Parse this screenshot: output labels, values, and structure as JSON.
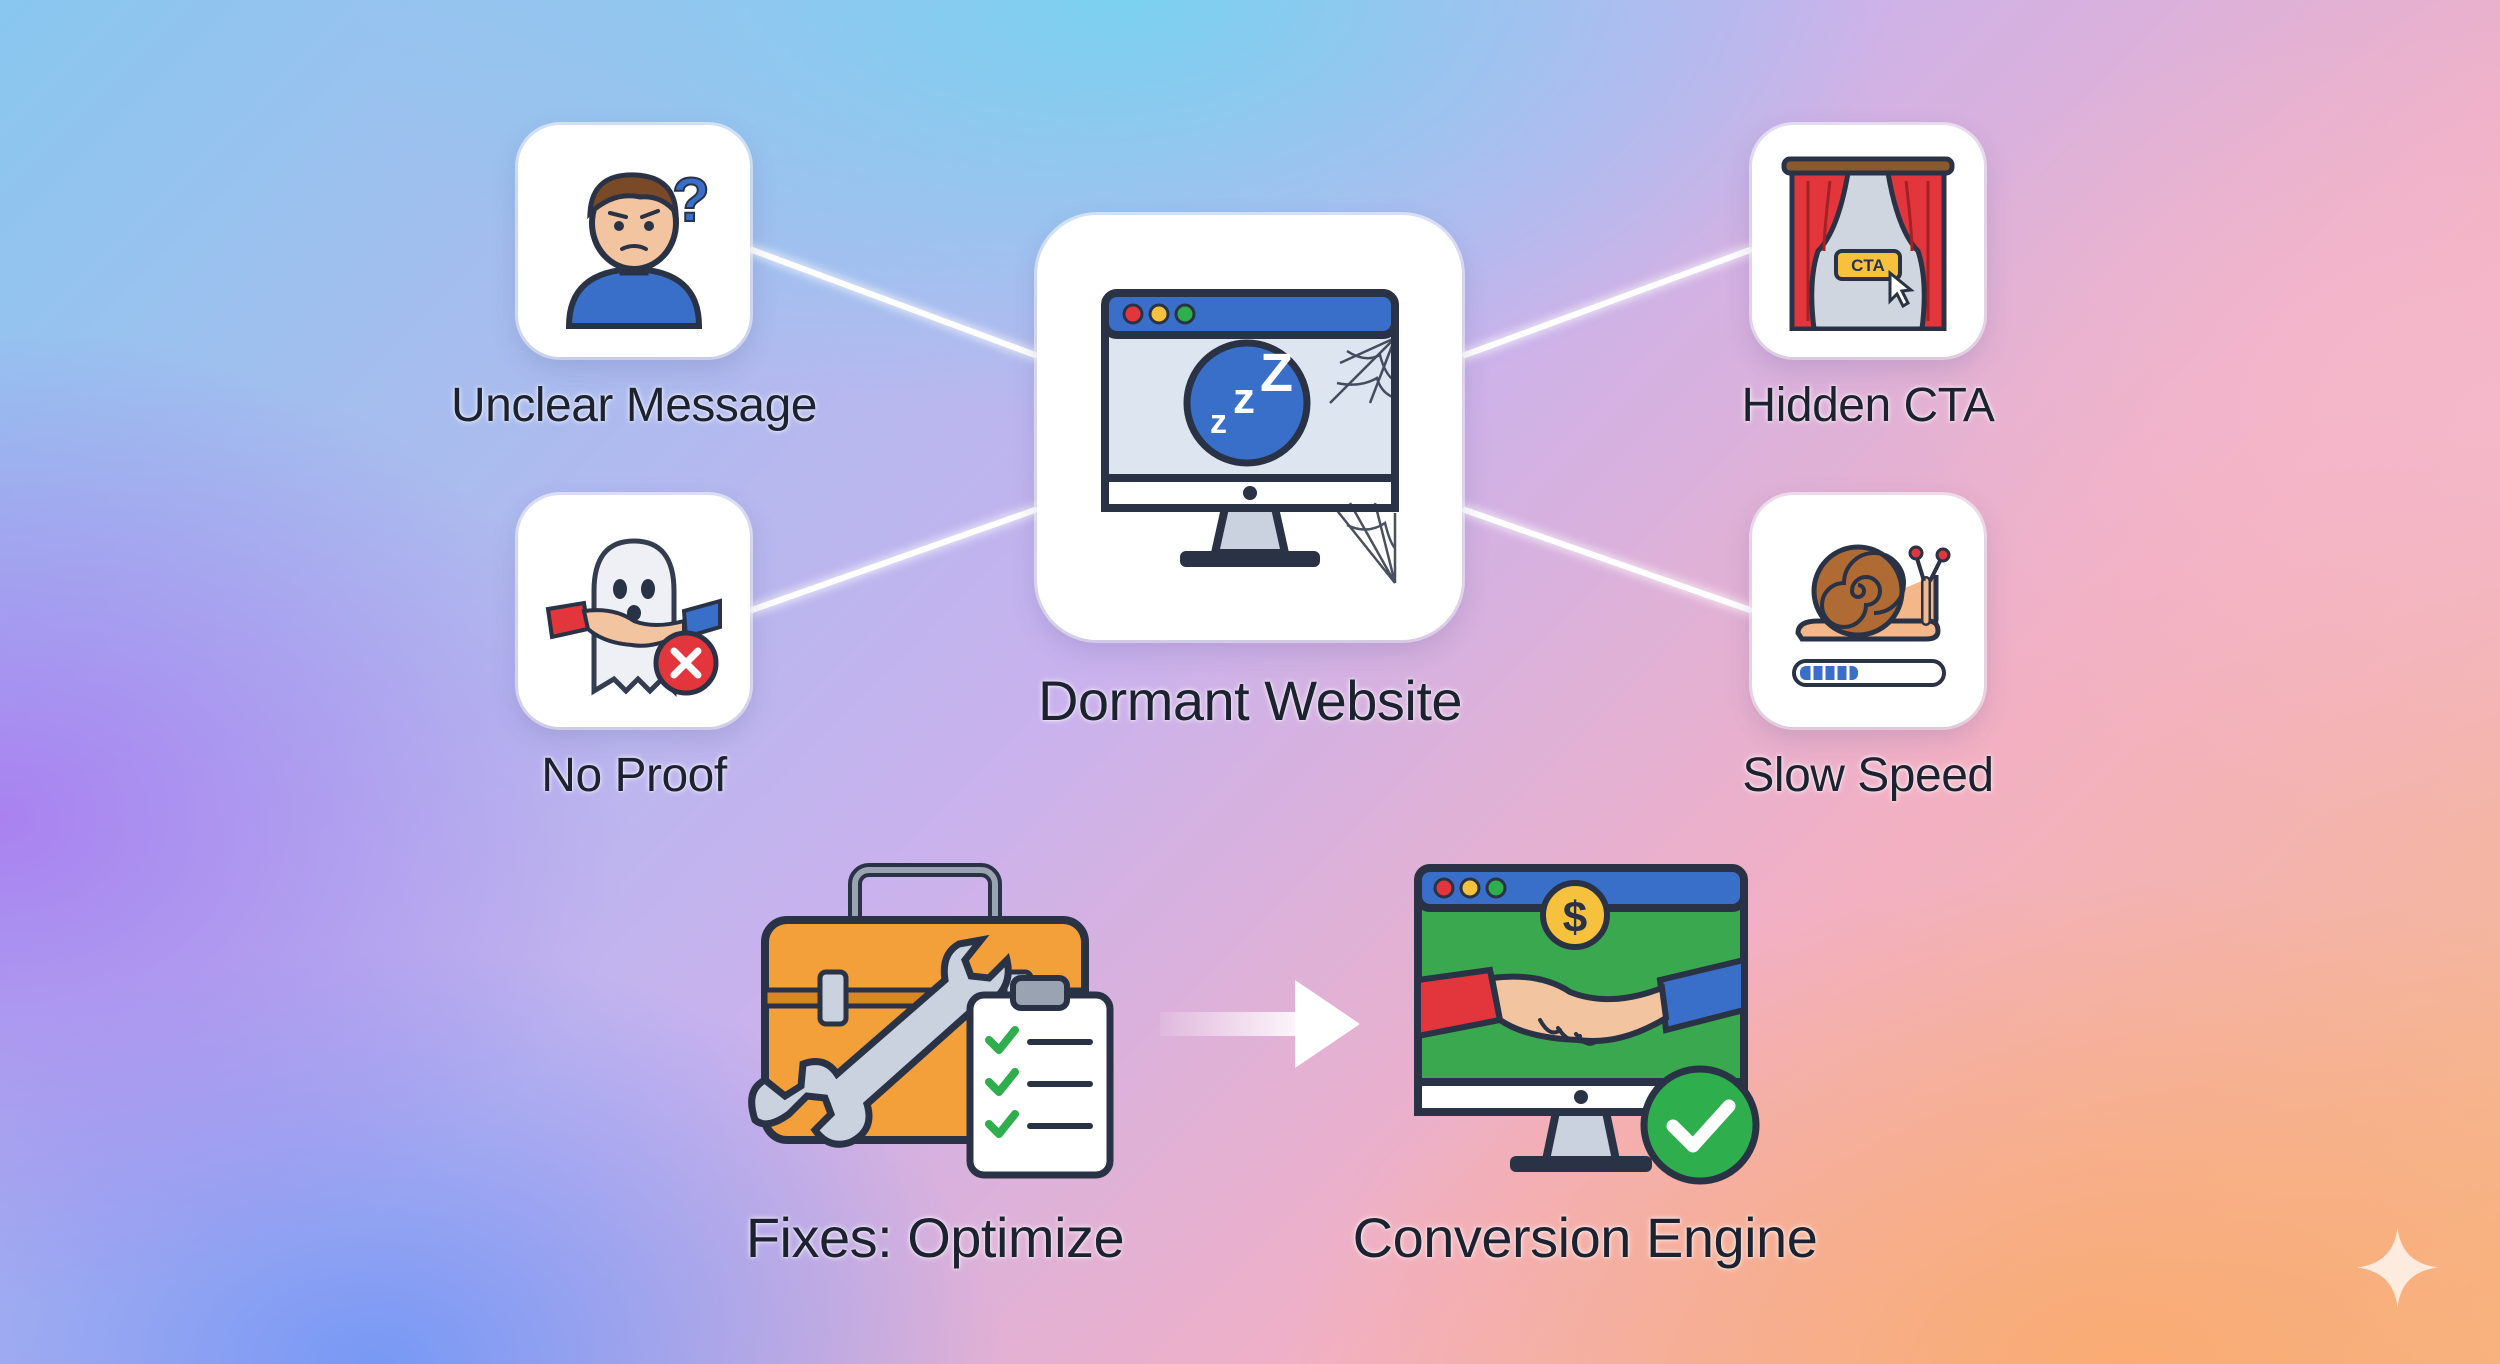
{
  "center": {
    "label": "Dormant Website",
    "icon": "sleeping-monitor-icon"
  },
  "problems": [
    {
      "label": "Unclear Message",
      "icon": "confused-person-icon"
    },
    {
      "label": "Hidden CTA",
      "icon": "curtain-cta-icon",
      "badge": "CTA"
    },
    {
      "label": "No Proof",
      "icon": "ghost-handshake-icon"
    },
    {
      "label": "Slow Speed",
      "icon": "snail-loading-icon"
    }
  ],
  "fixes": {
    "label": "Fixes: Optimize",
    "icon": "toolbox-checklist-icon"
  },
  "result": {
    "label": "Conversion Engine",
    "icon": "handshake-monitor-icon"
  },
  "colors": {
    "card_bg": "#ffffff",
    "text": "#1c2230",
    "accent_blue": "#3a6fc9",
    "success_green": "#2fae4e",
    "error_red": "#e2353c",
    "toolbox_orange": "#f3a03a"
  }
}
